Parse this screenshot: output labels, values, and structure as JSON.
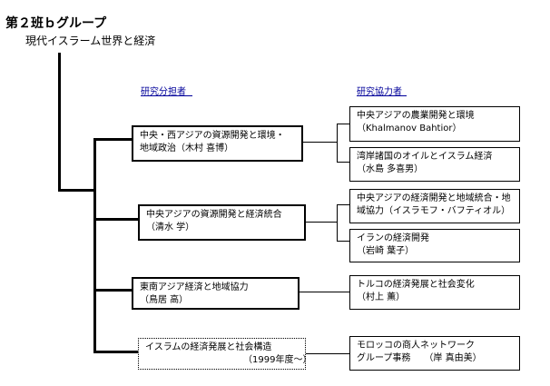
{
  "title": "第２班ｂグループ",
  "subtitle": "現代イスラーム世界と経済",
  "headers": {
    "left": "研究分担者",
    "right": "研究協力者"
  },
  "left_boxes": [
    {
      "line1": "中央・西アジアの資源開発と環境・",
      "line2": "地域政治（木村 喜博）"
    },
    {
      "line1": "中央アジアの資源開発と経済統合",
      "line2": "（清水 学）"
    },
    {
      "line1": "東南アジア経済と地域協力",
      "line2": "（鳥居 高）"
    },
    {
      "line1": "イスラムの経済発展と社会構造",
      "line2": "（1999年度〜）"
    }
  ],
  "right_boxes": [
    {
      "line1": "中央アジアの農業開発と環境",
      "line2": "（Khalmanov Bahtior）"
    },
    {
      "line1": "湾岸諸国のオイルとイスラム経済",
      "line2": "（水島 多喜男）"
    },
    {
      "line1": "中央アジアの経済開発と地域統合・地",
      "line2": "域協力（イスラモフ・バフティオル）"
    },
    {
      "line1": "イランの経済開発",
      "line2": "（岩崎 葉子）"
    },
    {
      "line1": "トルコの経済発展と社会変化",
      "line2": "（村上 薫）"
    },
    {
      "line1": "モロッコの商人ネットワーク",
      "line2": "グループ事務　　（岸 真由美）"
    }
  ]
}
